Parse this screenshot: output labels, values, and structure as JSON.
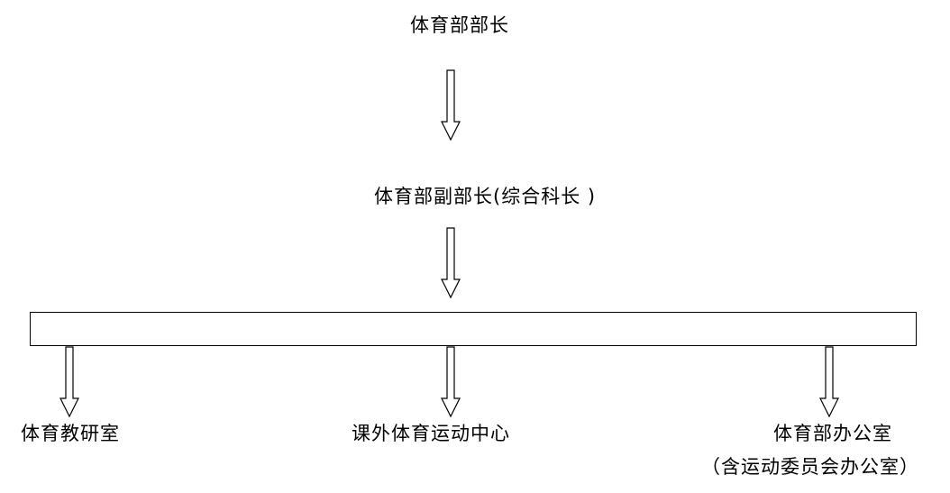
{
  "diagram": {
    "head": "体育部部长",
    "deputy": "体育部副部长(综合科长  )",
    "branches": [
      {
        "label": "体育教研室"
      },
      {
        "label": "课外体育运动中心"
      },
      {
        "label": "体育部办公室",
        "sublabel": "（含运动委员会办公室）"
      }
    ]
  },
  "colors": {
    "line": "#000000",
    "background": "#ffffff"
  }
}
